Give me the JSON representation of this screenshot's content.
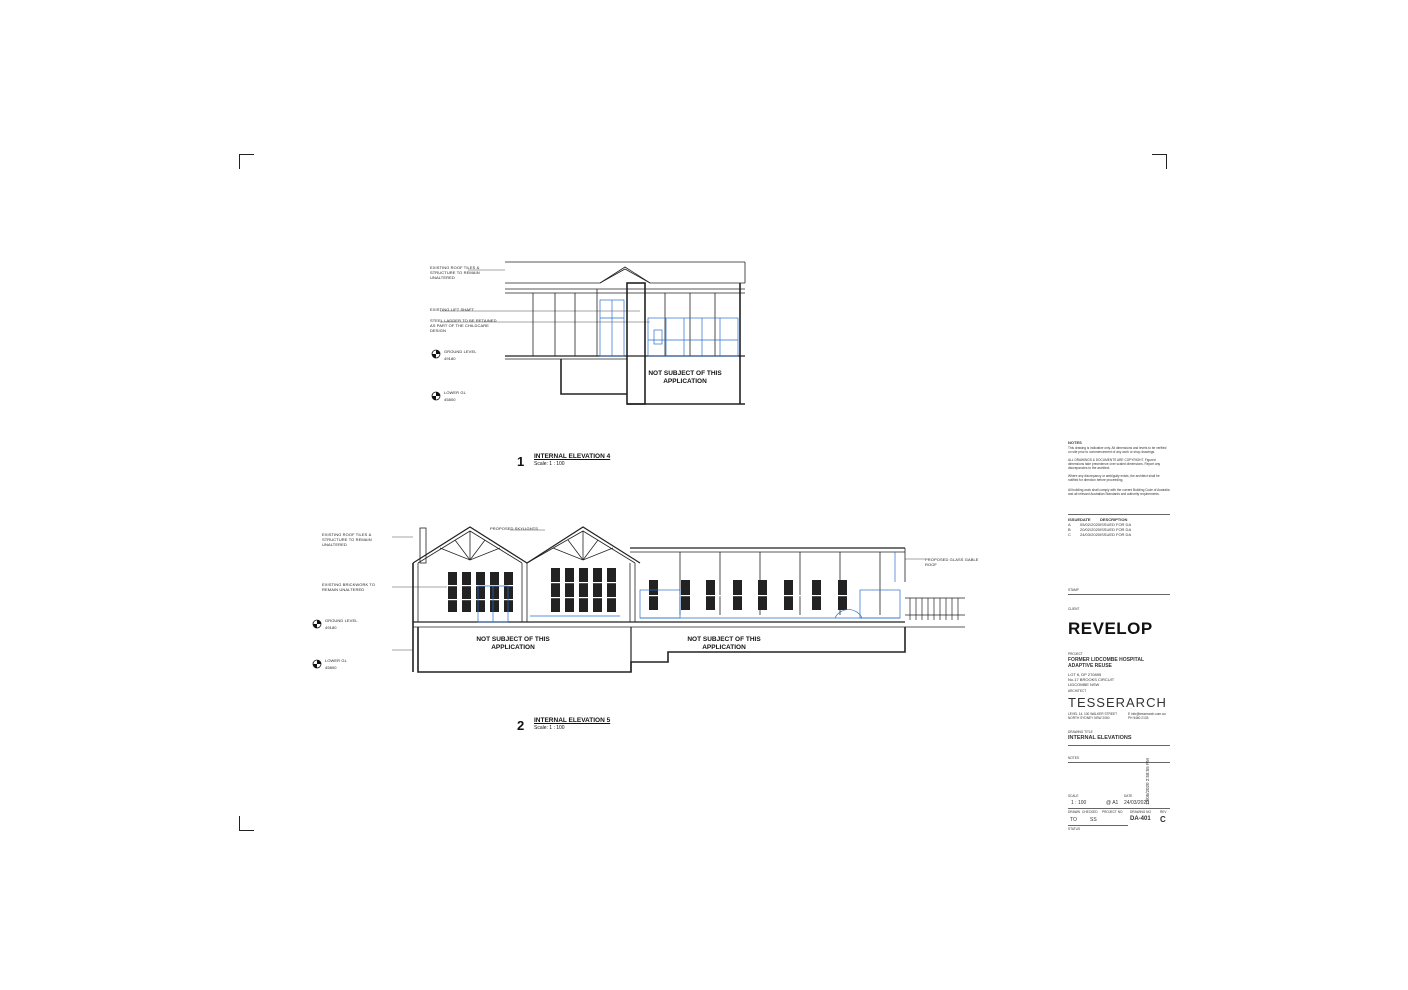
{
  "elevation1": {
    "labels": {
      "existing_roof": "EXISTING ROOF TILES & STRUCTURE TO REMAIN UNALTERED",
      "lift_shaft": "EXISTING LIFT SHAFT",
      "steel_ladder": "STEEL LADDER TO BE RETAINED AS PART OF THE CHILDCARE DESIGN",
      "ground_level": "GROUND LEVEL",
      "ground_rl": "49180",
      "lower_gl": "LOWER GL",
      "lower_rl": "45800"
    },
    "not_subject": "NOT SUBJECT OF THIS APPLICATION",
    "number": "1",
    "title": "INTERNAL ELEVATION 4",
    "scale": "Scale: 1 : 100"
  },
  "elevation2": {
    "labels": {
      "existing_roof": "EXISTING ROOF TILES & STRUCTURE TO REMAIN UNALTERED",
      "skylights": "PROPOSED SKYLIGHTS",
      "brickwork": "EXISTING BRICKWORK TO REMAIN UNALTERED",
      "glass_roof": "PROPOSED GLASS GABLE ROOF",
      "ground_level": "GROUND LEVEL",
      "ground_rl": "49180",
      "lower_gl": "LOWER GL",
      "lower_rl": "45800"
    },
    "not_subject_a": "NOT SUBJECT OF THIS APPLICATION",
    "not_subject_b": "NOT SUBJECT OF THIS APPLICATION",
    "number": "2",
    "title": "INTERNAL ELEVATION 5",
    "scale": "Scale: 1 : 100"
  },
  "title_block": {
    "notes_heading": "NOTES",
    "notes_1": "This drawing is indicative only. All dimensions and levels to be verified on site prior to commencement of any work or shop drawings.",
    "notes_2": "ALL DRAWINGS & DOCUMENTS ARE COPYRIGHT. Figured dimensions take precedence over scaled dimensions. Report any discrepancies to the architect.",
    "notes_3": "Where any discrepancy or ambiguity exists, the architect shall be notified for direction before proceeding.",
    "notes_4": "All building work shall comply with the current Building Code of Australia and all relevant Australian Standards and authority requirements.",
    "revisions_header": [
      "ISSUE",
      "DATE",
      "DESCRIPTION"
    ],
    "revisions": [
      [
        "A",
        "05/02/2020",
        "ISSUED FOR DA"
      ],
      [
        "B",
        "20/02/2020",
        "ISSUED FOR DA"
      ],
      [
        "C",
        "24/03/2020",
        "ISSUED FOR DA"
      ]
    ],
    "stamp_label": "STAMP",
    "client_label": "CLIENT",
    "client": "REVELOP",
    "project_label": "PROJECT",
    "project_name": "FORMER LIDCOMBE HOSPITAL ADAPTIVE REUSE",
    "address_1": "LOT 6, DP 270895",
    "address_2": "No.17 BROOKS CIRCUIT",
    "address_3": "LIDCOMBE NSW",
    "architect_label": "ARCHITECT",
    "architect": "TESSERARCH",
    "architect_address": "LEVEL 14, 100 WALKER STREET NORTH SYDNEY NSW 2060",
    "architect_contact": "E info@tesserarch.com.au  PH 9460 2133",
    "drawing_title_label": "DRAWING TITLE",
    "drawing_title": "INTERNAL ELEVATIONS",
    "notes_label": "NOTES",
    "scale_label": "SCALE",
    "date_label": "DATE",
    "scale": "1 : 100",
    "sheet_size": "@ A1",
    "date": "24/03/2020",
    "drawn_label": "DRAWN",
    "checked_label": "CHECKED",
    "project_no_label": "PROJECT NO",
    "drawing_no_label": "DRAWING NO",
    "rev_label": "REV",
    "drawn": "TO",
    "checked": "SS",
    "drawing_no": "DA-401",
    "rev": "C",
    "status_label": "STATUS",
    "plot_stamp": "13/05/2020 2:58:55 PM"
  }
}
